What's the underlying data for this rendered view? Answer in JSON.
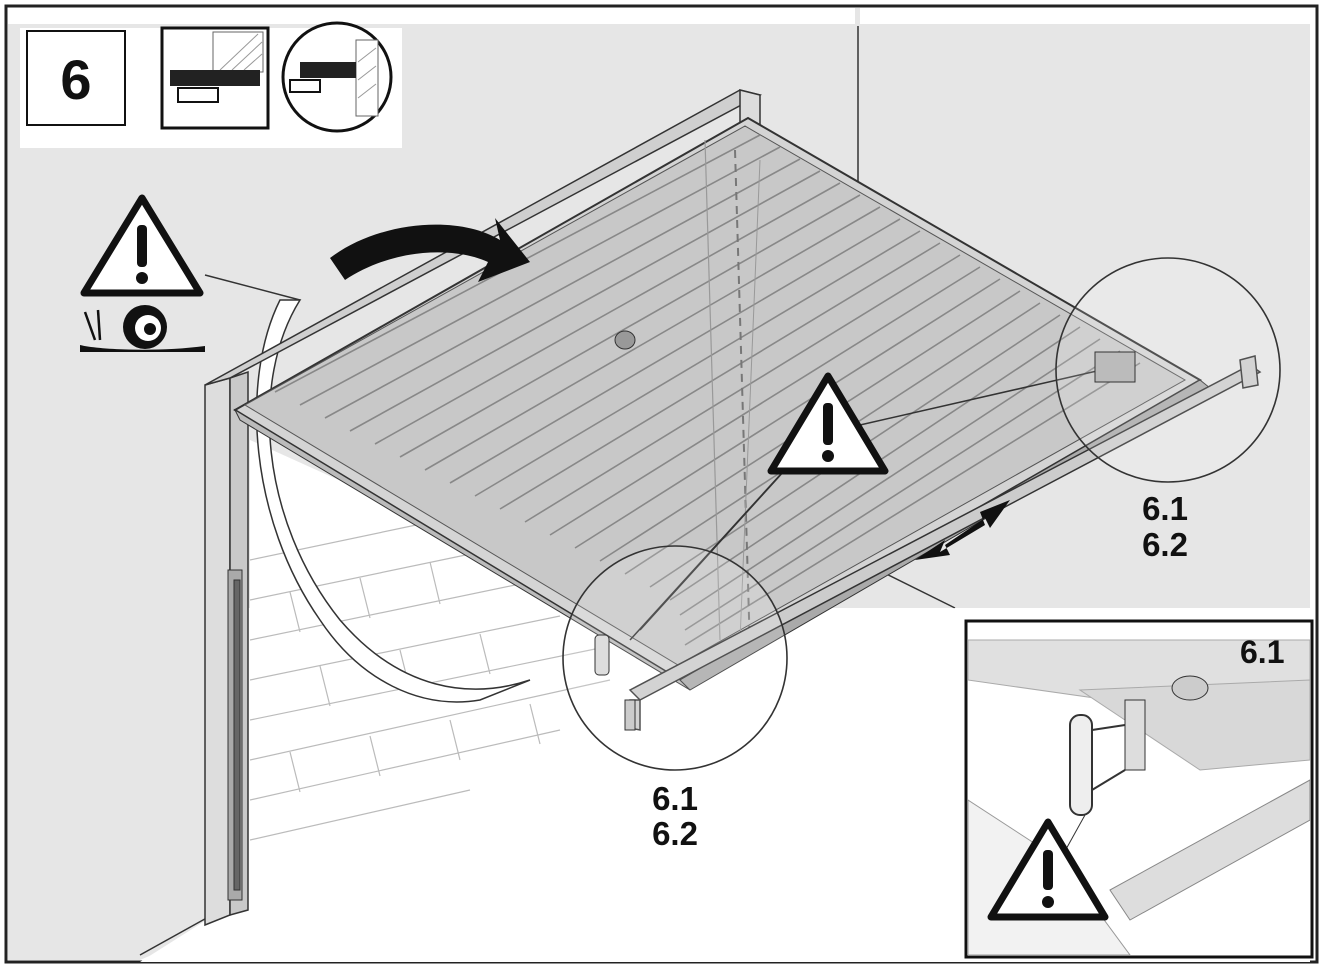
{
  "step": {
    "number": "6"
  },
  "callouts": {
    "right": [
      "6.1",
      "6.2"
    ],
    "bottom": [
      "6.1",
      "6.2"
    ]
  },
  "inset": {
    "label": "6.1"
  },
  "icons": {
    "mount_options": [
      "behind-opening-mount-icon",
      "in-opening-mount-icon"
    ],
    "warnings": [
      "warning-triangle-icon",
      "snail-slow-icon"
    ]
  },
  "colors": {
    "background_wall": "#e6e6e6",
    "lines": "#222222",
    "panel": "#ffffff"
  }
}
